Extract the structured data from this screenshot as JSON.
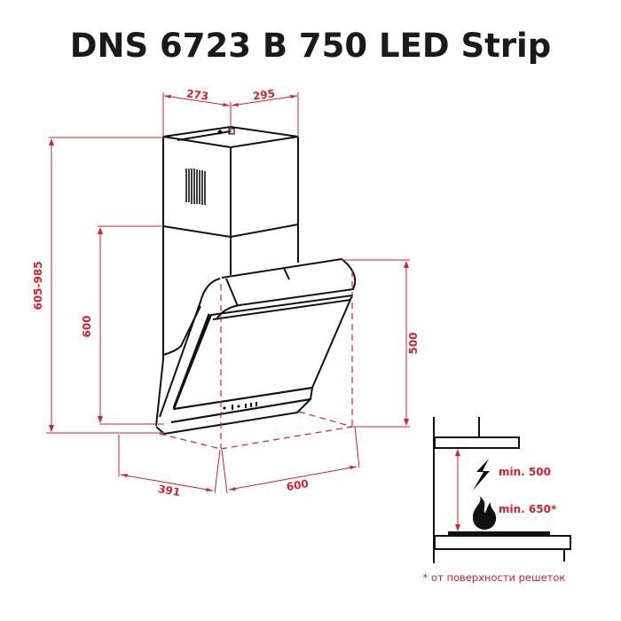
{
  "title": "DNS 6723 B 750 LED Strip",
  "colors": {
    "dimension": "#d6202b",
    "outline": "#111111",
    "background": "#ffffff"
  },
  "dimensions": {
    "chimney_depth_left": "273",
    "chimney_width_right": "295",
    "total_height_range": "605-985",
    "hood_height_left": "600",
    "hood_height_right": "500",
    "base_depth": "391",
    "base_width": "600"
  },
  "installation": {
    "electric_icon": "lightning-icon",
    "gas_icon": "flame-icon",
    "electric_min": "min. 500",
    "gas_min": "min. 650*",
    "footnote": "* от поверхности решеток"
  }
}
